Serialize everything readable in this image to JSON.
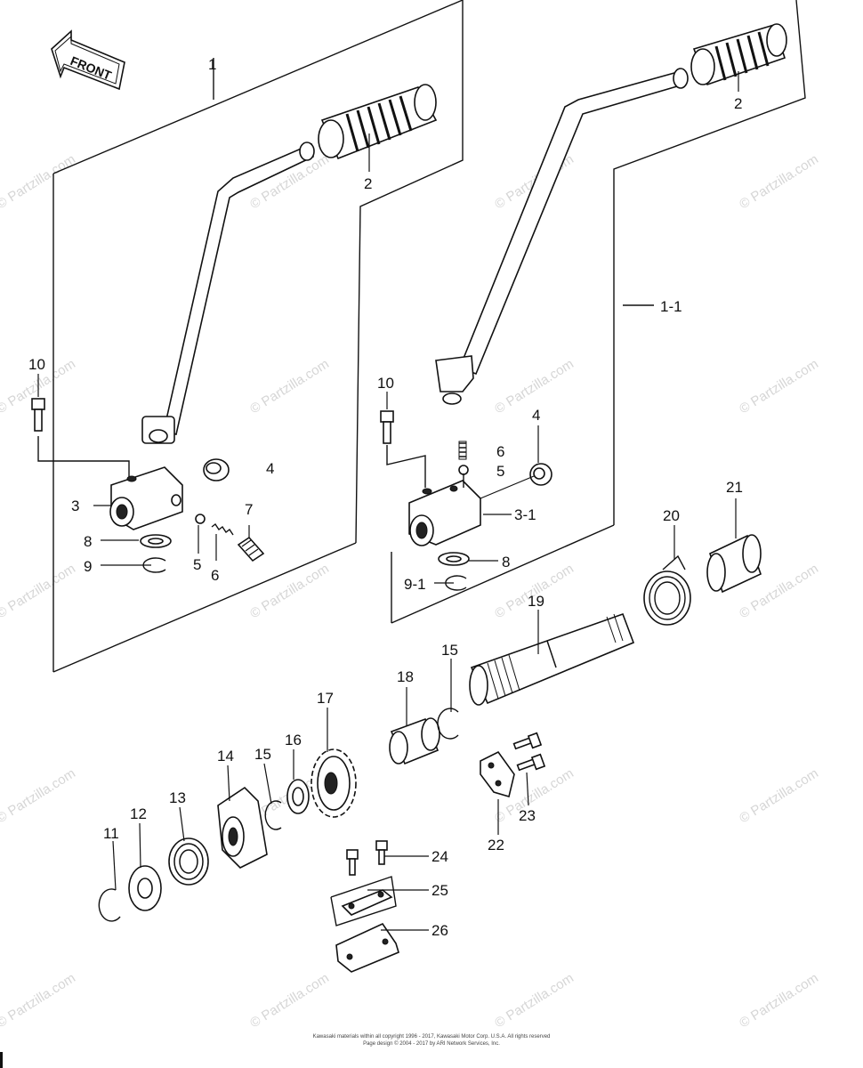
{
  "diagram": {
    "front_badge": "FRONT",
    "callouts": [
      {
        "id": "c-1",
        "text": "1"
      },
      {
        "id": "c-2a",
        "text": "2"
      },
      {
        "id": "c-2b",
        "text": "2"
      },
      {
        "id": "c-1-1",
        "text": "1-1"
      },
      {
        "id": "c-10a",
        "text": "10"
      },
      {
        "id": "c-10b",
        "text": "10"
      },
      {
        "id": "c-4a",
        "text": "4"
      },
      {
        "id": "c-4b",
        "text": "4"
      },
      {
        "id": "c-3",
        "text": "3"
      },
      {
        "id": "c-3-1",
        "text": "3-1"
      },
      {
        "id": "c-7",
        "text": "7"
      },
      {
        "id": "c-6a",
        "text": "6"
      },
      {
        "id": "c-6b",
        "text": "6"
      },
      {
        "id": "c-5a",
        "text": "5"
      },
      {
        "id": "c-5b",
        "text": "5"
      },
      {
        "id": "c-8a",
        "text": "8"
      },
      {
        "id": "c-8b",
        "text": "8"
      },
      {
        "id": "c-9",
        "text": "9"
      },
      {
        "id": "c-9-1",
        "text": "9-1"
      },
      {
        "id": "c-21",
        "text": "21"
      },
      {
        "id": "c-20",
        "text": "20"
      },
      {
        "id": "c-19",
        "text": "19"
      },
      {
        "id": "c-18",
        "text": "18"
      },
      {
        "id": "c-15a",
        "text": "15"
      },
      {
        "id": "c-15b",
        "text": "15"
      },
      {
        "id": "c-17",
        "text": "17"
      },
      {
        "id": "c-16",
        "text": "16"
      },
      {
        "id": "c-14",
        "text": "14"
      },
      {
        "id": "c-13",
        "text": "13"
      },
      {
        "id": "c-12",
        "text": "12"
      },
      {
        "id": "c-11",
        "text": "11"
      },
      {
        "id": "c-22",
        "text": "22"
      },
      {
        "id": "c-23",
        "text": "23"
      },
      {
        "id": "c-24",
        "text": "24"
      },
      {
        "id": "c-25",
        "text": "25"
      },
      {
        "id": "c-26",
        "text": "26"
      }
    ],
    "watermark": "© Partzilla.com",
    "footer_line1": "Kawasaki materials within all copyright 1996 - 2017, Kawasaki Motor Corp. U.S.A.  All rights reserved",
    "footer_line2": "Page design © 2004 - 2017 by ARI Network Services, Inc."
  }
}
